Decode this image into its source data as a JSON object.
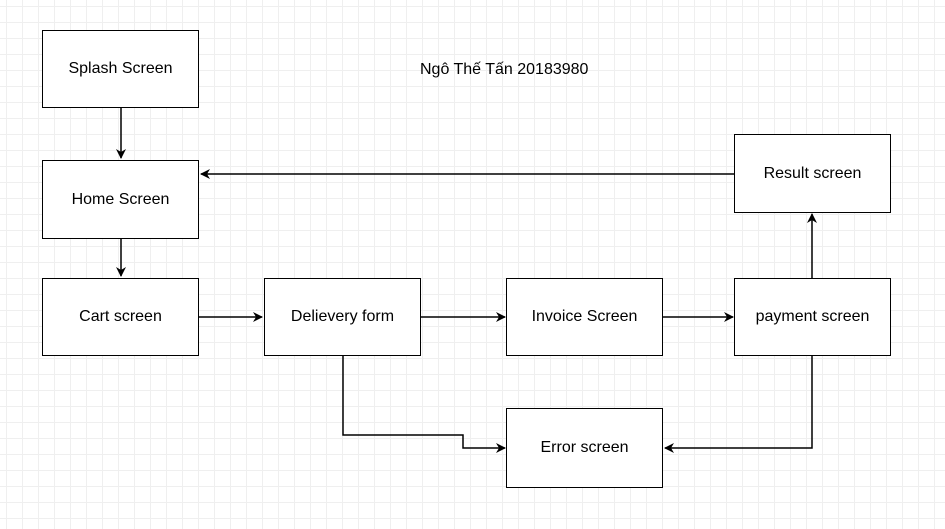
{
  "diagram": {
    "title": "Ngô Thế Tấn 20183980",
    "nodes": {
      "splash": "Splash Screen",
      "home": "Home Screen",
      "cart": "Cart screen",
      "delivery": "Delievery form",
      "invoice": "Invoice Screen",
      "payment": "payment screen",
      "result": "Result screen",
      "error": "Error screen"
    },
    "edges": [
      {
        "from": "Splash Screen",
        "to": "Home Screen"
      },
      {
        "from": "Home Screen",
        "to": "Cart screen"
      },
      {
        "from": "Cart screen",
        "to": "Delievery form"
      },
      {
        "from": "Delievery form",
        "to": "Invoice Screen"
      },
      {
        "from": "Invoice Screen",
        "to": "payment screen"
      },
      {
        "from": "payment screen",
        "to": "Result screen"
      },
      {
        "from": "Result screen",
        "to": "Home Screen"
      },
      {
        "from": "Delievery form",
        "to": "Error screen"
      },
      {
        "from": "payment screen",
        "to": "Error screen"
      }
    ],
    "colors": {
      "stroke": "#000000",
      "fill": "#ffffff",
      "grid": "#efefef"
    }
  }
}
